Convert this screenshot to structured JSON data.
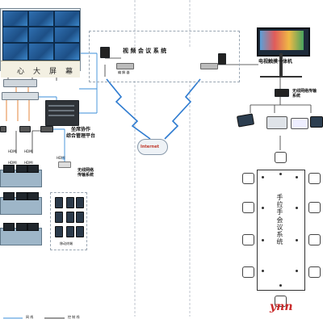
{
  "labels": {
    "wall_title_chars": [
      "心",
      "大",
      "屏",
      "幕"
    ],
    "video_conf_system": "视 频 会 议 系 统",
    "codec_label": "编 解 器",
    "tv_touch_machine": "电视触摸一体机",
    "wireless_transfer_right": "无线网络传输系统",
    "internet": "Internet",
    "collab_platform_line1": "坐席协作",
    "collab_platform_line2": "综合管理平台",
    "wireless_transfer_left": "无线网络传输系统",
    "mobile_terminal": "移动终端",
    "hdmi_1": "HDMI",
    "hdmi_2": "HDMI",
    "hdmi_3": "HDMI",
    "hdmi_4": "HDMI",
    "hdmi_5": "HDMI",
    "hand_mic_system": "手拉手会议系统",
    "legend_1": "网 线",
    "legend_2": "控 制 线"
  },
  "watermark": "ynn",
  "colors": {
    "link_blue": "#3a8ed8",
    "link_orange": "#e27a2a",
    "link_dark": "#333333",
    "lightning": "#2e7bd0",
    "watermark": "#c92a2a"
  },
  "icons": {
    "lightning": "lightning-bolt-icon",
    "cloud": "cloud-icon",
    "wifi": "wifi-icon"
  }
}
